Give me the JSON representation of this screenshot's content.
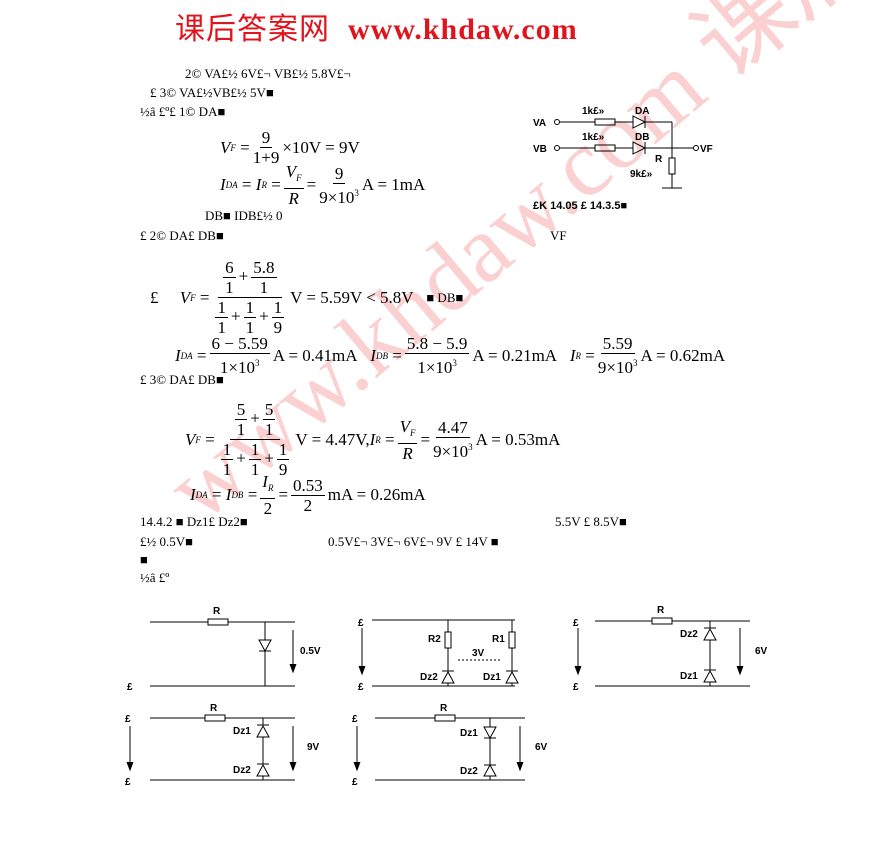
{
  "header": {
    "cn": "课后答案网",
    "url": "www.khdaw.com"
  },
  "watermark": "www.khdaw.com 课后答案网",
  "lines": {
    "l1": "2© VA£½   6V£¬ VB£½   5.8V£¬",
    "l2": "£ 3© VA£½VB£½   5V■",
    "l3": "½â   £º£ 1© DA■",
    "l4": "DB■        IDB£½ 0",
    "l5": "£ 2©     DA£   DB■",
    "l5b": "VF",
    "l6": "£ 3© DA£   DB■",
    "l7": "14.4.2  ■                    Dz1£  Dz2■",
    "l7b": "5.5V £  8.5V■",
    "l8": "£½   0.5V■",
    "l8b": "0.5V£¬ 3V£¬ 6V£¬ 9V £  14V ■",
    "l9": "■",
    "l10": "½â   £º",
    "caption": "£K 14.05   £   14.3.5■"
  },
  "eq": {
    "vf": "V",
    "F": "F",
    "eqs": "=",
    "nine": "9",
    "onep9": "1+9",
    "times10": "×10V = 9V",
    "I": "I",
    "DA": "DA",
    "DB": "DB",
    "R": "R",
    "ninex": "9×10",
    "three": "3",
    "a1ma": "A = 1mA",
    "neg": "£",
    "six1": "6",
    "one": "1",
    "five8": "5.8",
    "ninth": "9",
    "r3": "V = 5.59V < 5.8V",
    "r3b": "■  DB■",
    "n1": "6 − 5.59",
    "d1": "1×10",
    "r41": "A = 0.41mA",
    "n2": "5.8 − 5.9",
    "r42": "A = 0.21mA",
    "n3": "5.59",
    "r43": "A = 0.62mA",
    "five": "5",
    "r5": "V = 4.47V,",
    "n5": "4.47",
    "r5b": "A = 0.53mA",
    "two": "2",
    "n6": "0.53",
    "r6": "mA = 0.26mA"
  },
  "fig1": {
    "ra": "1k£»",
    "rb": "1k£»",
    "da": "DA",
    "db": "DB",
    "va": "VA",
    "vb": "VB",
    "vf": "VF",
    "r": "R",
    "r9": "9k£»"
  },
  "circuits": {
    "R": "R",
    "R1": "R1",
    "R2": "R2",
    "Dz1": "Dz1",
    "Dz2": "Dz2",
    "v05": "0.5V",
    "v3": "3V",
    "v6": "6V",
    "v9": "9V",
    "term": "£"
  }
}
